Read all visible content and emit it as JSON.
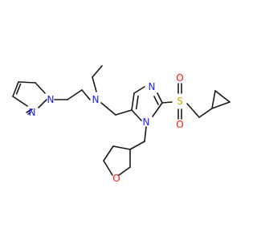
{
  "colors": {
    "bond": "#1a1a1a",
    "N": "#2020ff",
    "O": "#ff1010",
    "S": "#c8a800",
    "background": "#ffffff"
  },
  "atoms": {
    "n_pz1": "N",
    "n_pz2": "N",
    "n_amine": "N",
    "n_im3": "N",
    "n_im1": "N",
    "s_sulfonyl": "S",
    "o_sulfonyl_top": "O",
    "o_sulfonyl_bottom": "O",
    "o_thf": "O"
  }
}
